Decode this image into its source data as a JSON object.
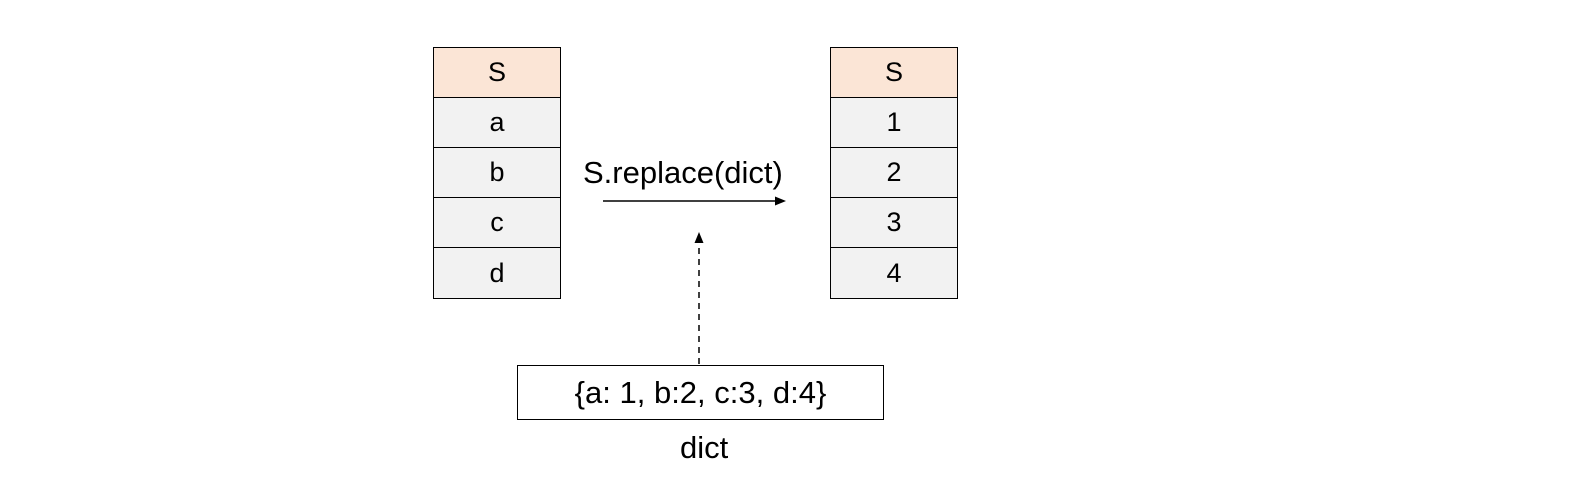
{
  "left_table": {
    "header": "S",
    "values": [
      "a",
      "b",
      "c",
      "d"
    ]
  },
  "right_table": {
    "header": "S",
    "values": [
      "1",
      "2",
      "3",
      "4"
    ]
  },
  "operation_label": "S.replace(dict)",
  "dict_box_text": "{a: 1, b:2, c:3, d:4}",
  "dict_caption": "dict",
  "colors": {
    "header_fill": "#fbe5d6",
    "cell_fill": "#f2f2f2",
    "border": "#000000"
  },
  "icons": {
    "transform_arrow": "right-arrow-icon",
    "input_arrow": "dashed-up-arrow-icon"
  }
}
